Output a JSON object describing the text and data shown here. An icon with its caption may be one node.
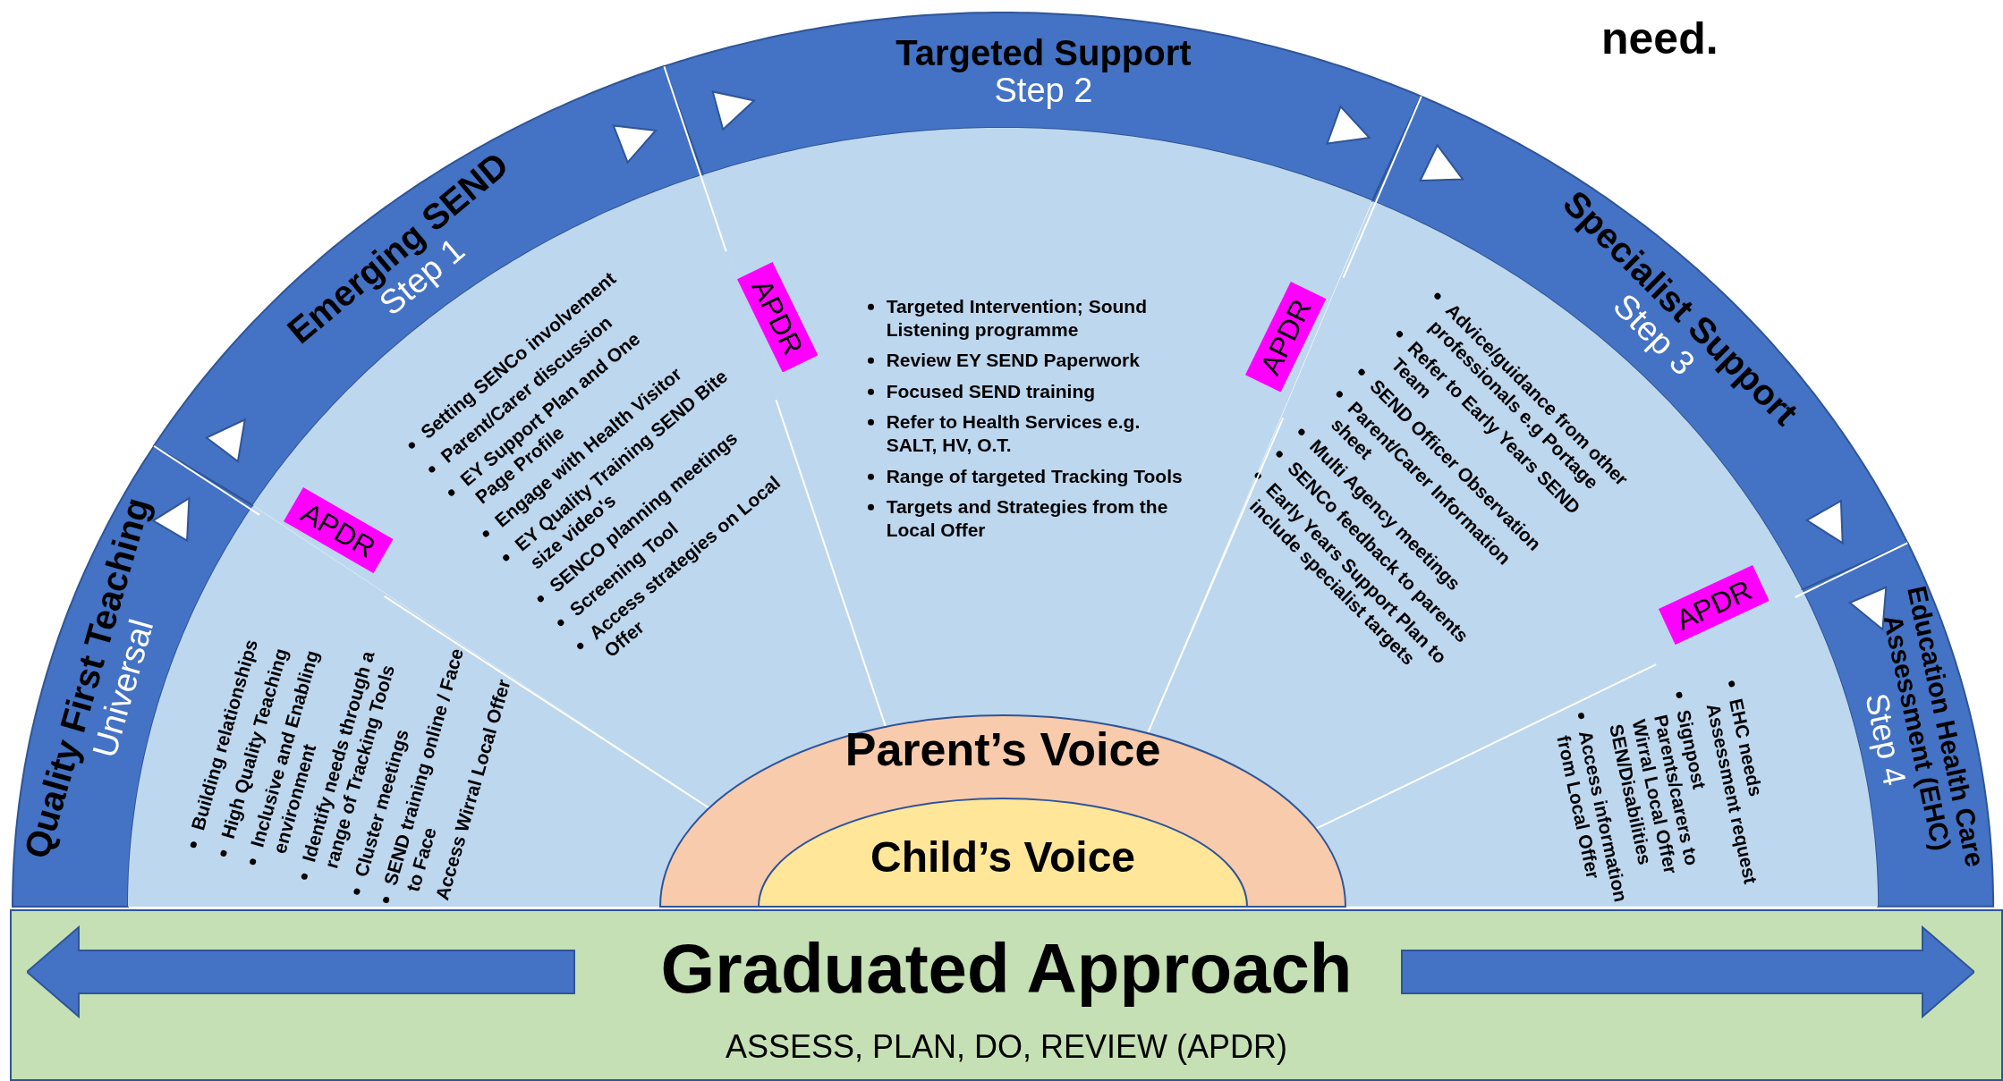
{
  "diagram": {
    "nodes": [
      {
        "text": [
          "Quality First Teaching",
          "Universal",
          "Building relationships",
          "High Quality Teaching",
          "Inclusive and Enabling environment",
          "Identify needs through a range of Tracking Tools",
          "Cluster meetings",
          "SEND training online / Face to Face",
          "Access Wirral Local Offer"
        ]
      },
      {
        "text": [
          "Emerging SEND",
          "Step 1",
          "Setting SENCo involvement",
          "Parent/Carer discussion",
          "EY Support Plan and One Page Profile",
          "Engage with Health Visitor",
          "EY Quality Training SEND Bite size video's",
          "SENCO planning meetings",
          "Screening Tool",
          "Access strategies on Local Offer"
        ]
      },
      {
        "text": [
          "Targeted Support",
          "Step 2",
          "Targeted Intervention; Sound Listening programme",
          "Review EY SEND Paperwork",
          "Focused SEND training",
          "Refer to Health Services e.g. SALT, HV, O.T.",
          "Range of targeted Tracking Tools",
          "Targets and Strategies from the Local Offer"
        ]
      },
      {
        "text": [
          "Specialist Support",
          "Step 3",
          "Advice/guidance from other professionals e.g Portage",
          "Refer to Early Years SEND Team",
          "SEND Officer Observation",
          "Parent/Carer Information sheet",
          "Multi Agency meetings",
          "SENCo feedback to parents",
          "Early Years Support Plan to include specialist targets"
        ]
      },
      {
        "text": [
          "Education Health Care Assessment (EHC)",
          "Step 4",
          "EHC needs Assessment request",
          "Signpost Parents/carers to Wirral Local Offer SEN/Disabilities",
          "Access information from Local Offer"
        ]
      },
      {
        "text": [
          "APDR"
        ],
        "in": 1
      },
      {
        "text": [
          "APDR"
        ],
        "in": 2
      },
      {
        "text": [
          "APDR"
        ],
        "in": 2
      },
      {
        "text": [
          "APDR"
        ],
        "in": 3
      },
      {
        "text": [
          "Parent’s Voice"
        ]
      },
      {
        "text": [
          "Child’s Voice"
        ],
        "in": 9
      },
      {
        "text": [
          "Graduated Approach",
          "ASSESS, PLAN, DO, REVIEW (APDR)"
        ]
      }
    ],
    "labels": [
      "need."
    ]
  }
}
